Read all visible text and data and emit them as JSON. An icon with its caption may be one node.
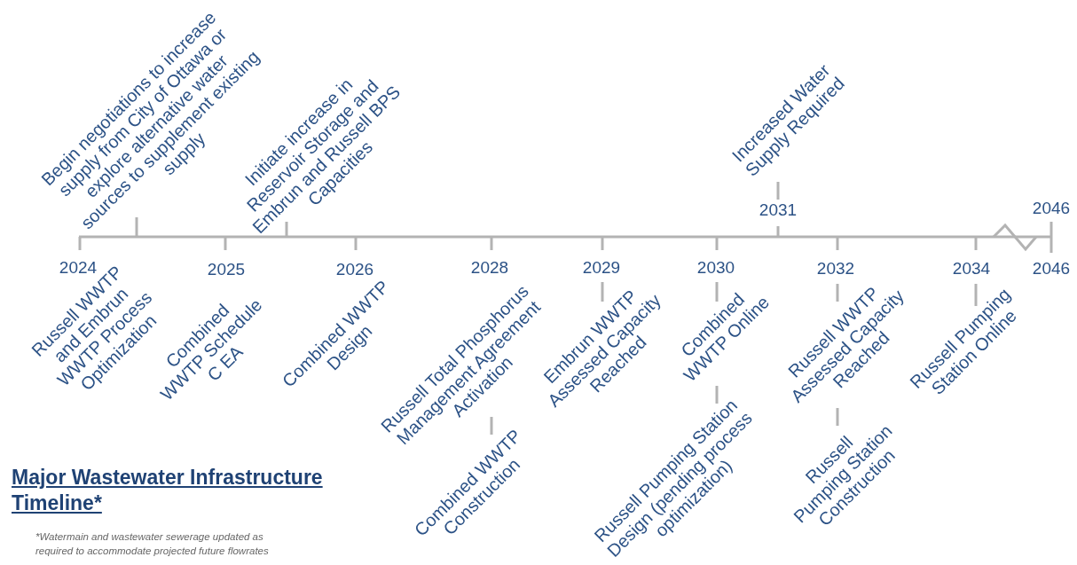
{
  "diagram": {
    "title": "Major Wastewater Infrastructure Timeline*",
    "caption": "*Watermain and wastewater sewerage updated as required to accommodate projected future flowrates",
    "labels": [
      "Begin negotiations to increase supply from City of Ottawa or explore alternative water sources to supplement existing supply",
      "Initiate increase in Reservoir Storage and Embrun and Russell BPS Capacities",
      "Increased Water Supply Required",
      "2031",
      "2046",
      "2024",
      "2025",
      "2026",
      "2028",
      "2029",
      "2030",
      "2032",
      "2034",
      "2046",
      "Russell WWTP and Embrun WWTP Process Optimization",
      "Combined WWTP Schedule C EA",
      "Combined WWTP Design",
      "Russell Total Phosphorus Management Agreement Activation",
      "Embrun WWTP Assessed Capacity Reached",
      "Combined WWTP Online",
      "Russell WWTP Assessed Capacity Reached",
      "Russell Pumping Station Online",
      "Combined WWTP Construction",
      "Russell Pumping Station Design (pending process optimization)",
      "Russell Pumping Station Construction"
    ]
  }
}
